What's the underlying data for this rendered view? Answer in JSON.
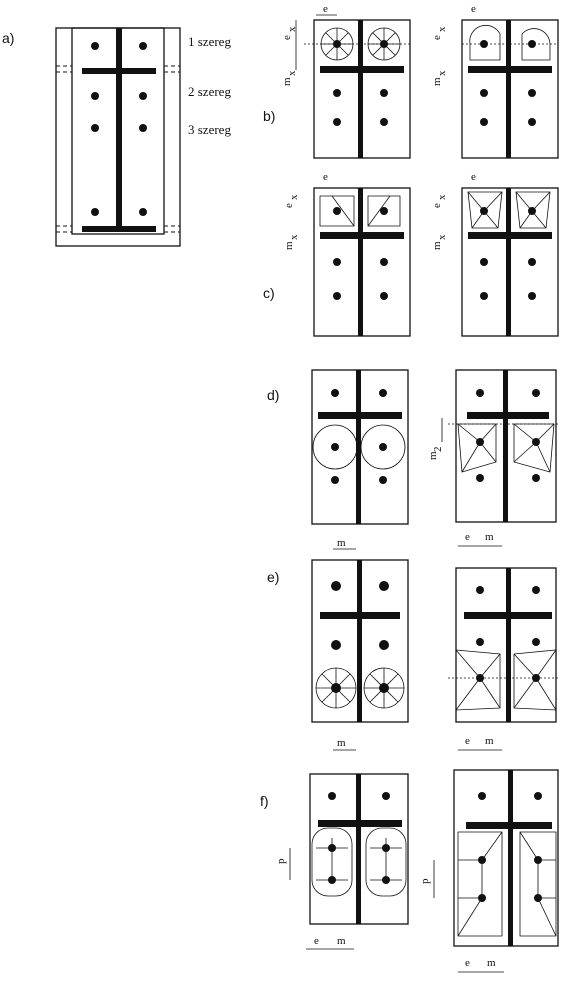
{
  "panels": {
    "a": "a)",
    "b": "b)",
    "c": "c)",
    "d": "d)",
    "e": "e)",
    "f": "f)"
  },
  "rows": {
    "row1": "1 szereg",
    "row2": "2 szereg",
    "row3": "3 szereg"
  },
  "dims": {
    "e": "e",
    "e_x": "e",
    "e_x_sub": "x",
    "m_x": "m",
    "m_x_sub": "x",
    "m": "m",
    "m_2": "m",
    "m_2_sub": "2",
    "p": "p"
  }
}
